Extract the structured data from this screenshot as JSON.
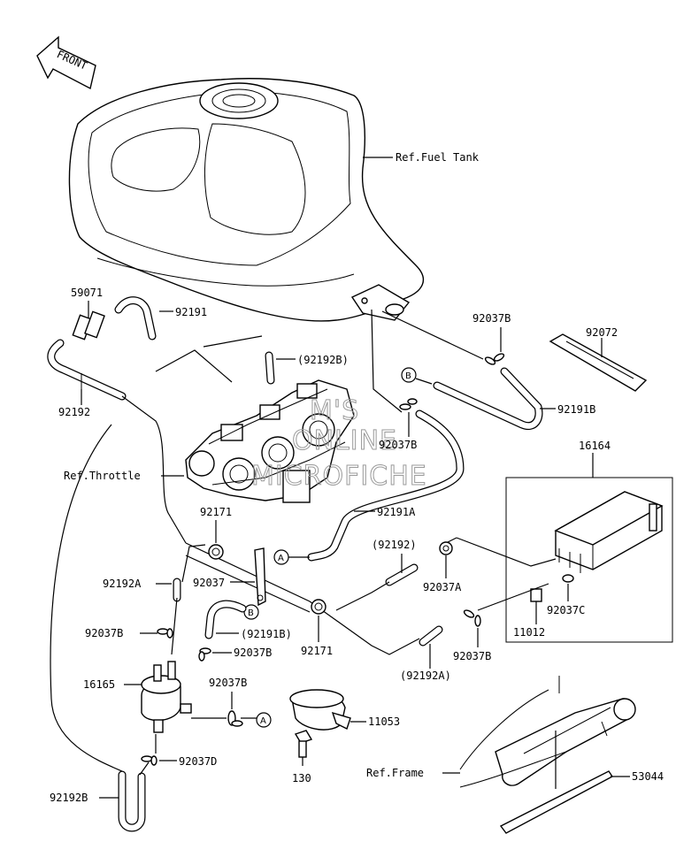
{
  "front_label": "FRONT",
  "references": {
    "fuel_tank": "Ref.Fuel Tank",
    "throttle": "Ref.Throttle",
    "frame": "Ref.Frame"
  },
  "watermark": [
    "M'S",
    "ONLINE",
    "MICROFICHE"
  ],
  "callouts": {
    "a": "A",
    "b": "B"
  },
  "parts": {
    "p59071": "59071",
    "p92191": "92191",
    "p92192": "92192",
    "p92192B_paren": "(92192B)",
    "p92037B_1": "92037B",
    "p92072": "92072",
    "p92191B": "92191B",
    "p92037B_2": "92037B",
    "p16164": "16164",
    "p92171_1": "92171",
    "p92191A": "92191A",
    "p92192_paren": "(92192)",
    "p92037A": "92037A",
    "p92192A": "92192A",
    "p92037": "92037",
    "p92037C": "92037C",
    "p11012": "11012",
    "p92037B_3": "92037B",
    "p92191B_paren": "(92191B)",
    "p92171_2": "92171",
    "p92037B_4": "92037B",
    "p92037B_5": "92037B",
    "p92192A_paren": "(92192A)",
    "p16165": "16165",
    "p92037B_6": "92037B",
    "p11053": "11053",
    "p92037D": "92037D",
    "p130": "130",
    "p53044": "53044",
    "p92192B": "92192B"
  }
}
